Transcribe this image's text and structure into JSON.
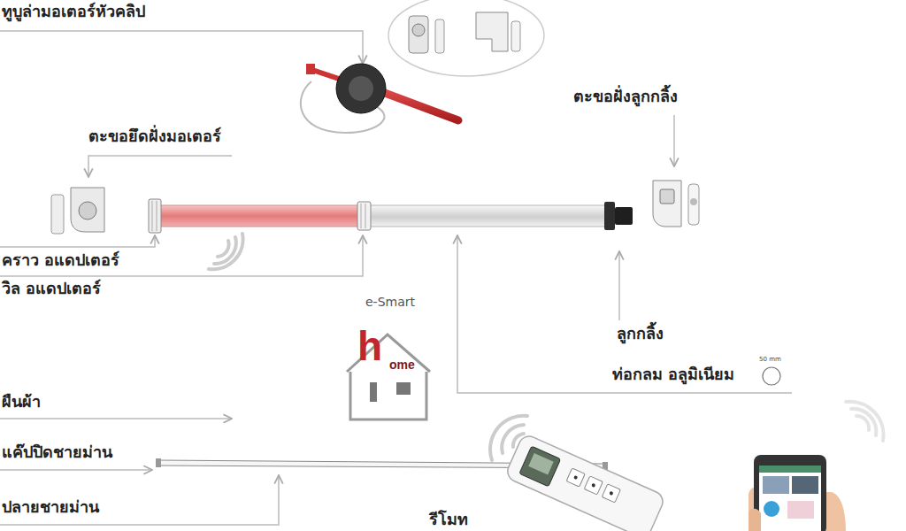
{
  "diagram": {
    "labels": [
      "ทูบูล่ามอเตอร์หัวคลิป",
      "ตะขอฝั่งลูกกลิ้ง",
      "ตะขอยึดฝั่งมอเตอร์",
      "คราว อแดปเตอร์",
      "วิล อแดปเตอร์",
      "e-Smart",
      "ลูกกลิ้ง",
      "h",
      "ome",
      "50 mm",
      "ท่อกลม อลูมิเนียม",
      "ผืนผ้า",
      "แค๊ปปิดชายม่าน",
      "ปลายชายม่าน",
      "รีโมท"
    ]
  }
}
